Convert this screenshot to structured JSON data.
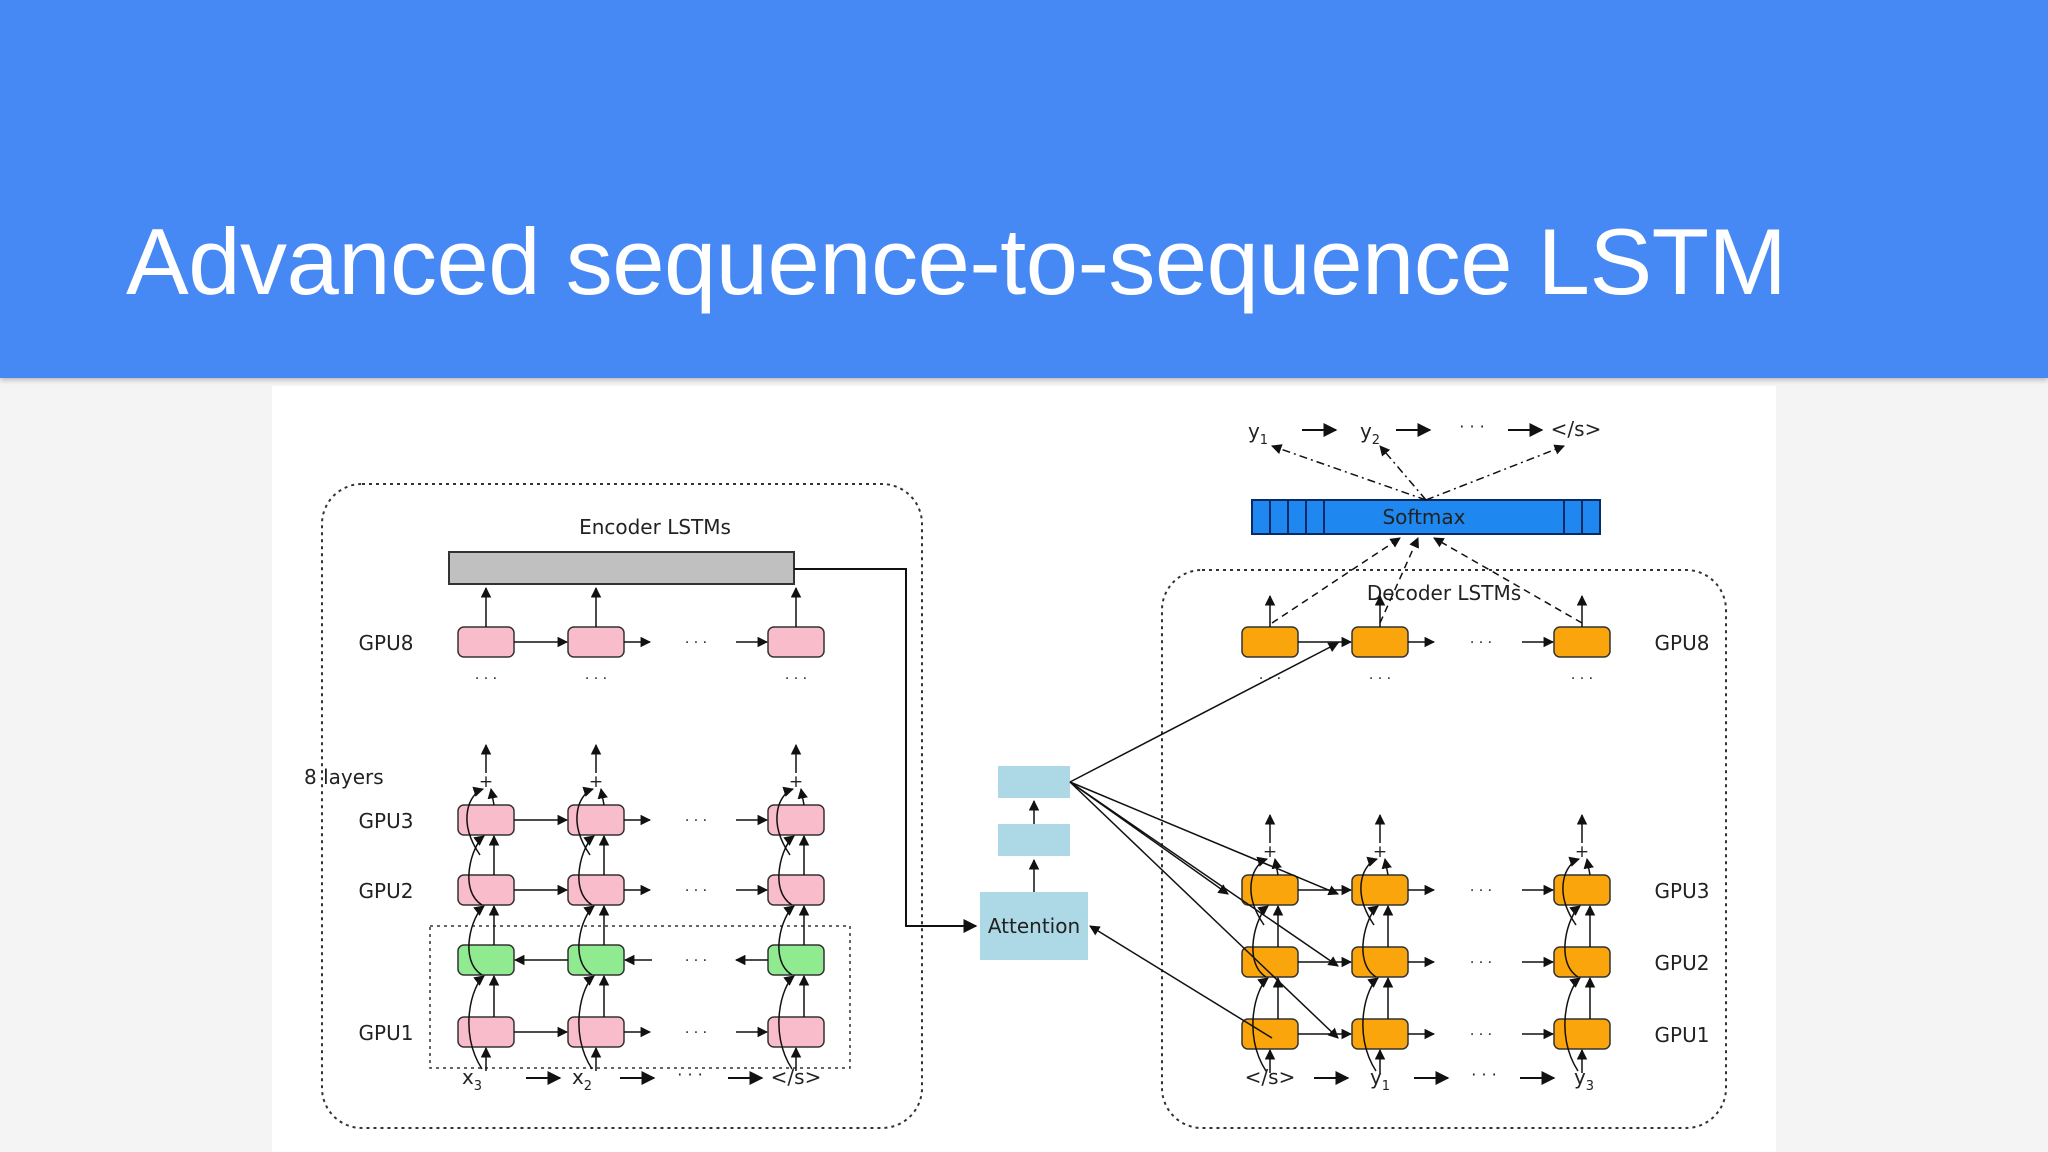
{
  "slide": {
    "title": "Advanced sequence-to-sequence LSTM"
  },
  "encoder": {
    "title": "Encoder LSTMs",
    "layers_label": "8 layers",
    "gpu_labels": [
      "GPU8",
      "GPU3",
      "GPU2",
      "GPU1"
    ],
    "inputs": [
      "x",
      "x",
      "</s>"
    ],
    "input_subscripts": [
      "3",
      "2",
      ""
    ]
  },
  "decoder": {
    "title": "Decoder LSTMs",
    "gpu_labels": [
      "GPU8",
      "GPU3",
      "GPU2",
      "GPU1"
    ],
    "inputs": [
      "</s>",
      "y",
      "y"
    ],
    "input_subscripts": [
      "",
      "1",
      "3"
    ],
    "softmax_label": "Softmax",
    "outputs": [
      "y",
      "y",
      "</s>"
    ],
    "output_subscripts": [
      "1",
      "2",
      ""
    ]
  },
  "attention": {
    "label": "Attention"
  },
  "symbols": {
    "ellipsis": "· · ·",
    "plus": "+"
  },
  "colors": {
    "header": "#4688f4",
    "encoder_cell": "#f9bccb",
    "encoder_first_layer_cell": "#90ea90",
    "decoder_cell": "#f9a50b",
    "attention": "#add8e6",
    "softmax": "#1e88f0",
    "encoder_summary_bar": "#c0c0c0"
  }
}
